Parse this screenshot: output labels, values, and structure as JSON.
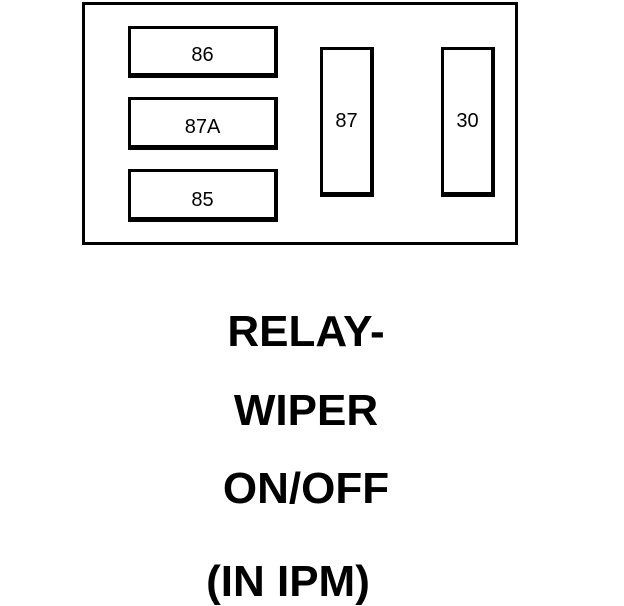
{
  "terminals": {
    "t86": "86",
    "t87a": "87A",
    "t85": "85",
    "t87": "87",
    "t30": "30"
  },
  "caption": {
    "line1": "RELAY-",
    "line2": "WIPER",
    "line3": "ON/OFF",
    "line4": "(IN IPM)"
  }
}
